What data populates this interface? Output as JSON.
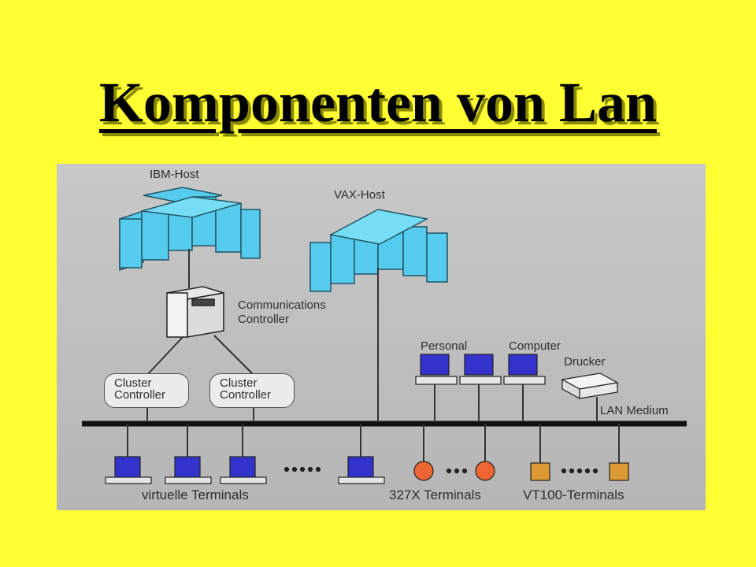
{
  "title": "Komponenten von Lan",
  "colors": {
    "background": "#ffff33",
    "panel": "#c0c0c0",
    "host": "#55ccee",
    "screen": "#3333cc",
    "terminal_327x": "#ee6633",
    "terminal_vt100": "#dd9933"
  },
  "labels": {
    "ibm_host": "IBM-Host",
    "vax_host": "VAX-Host",
    "comm_controller_1": "Communications",
    "comm_controller_2": "Controller",
    "cluster_1a": "Cluster",
    "cluster_1b": "Controller",
    "cluster_2a": "Cluster",
    "cluster_2b": "Controller",
    "personal": "Personal",
    "computer": "Computer",
    "drucker": "Drucker",
    "lan_medium": "LAN Medium",
    "virtuelle_terminals": "virtuelle Terminals",
    "terminals_327x": "327X Terminals",
    "vt100_terminals": "VT100-Terminals"
  }
}
